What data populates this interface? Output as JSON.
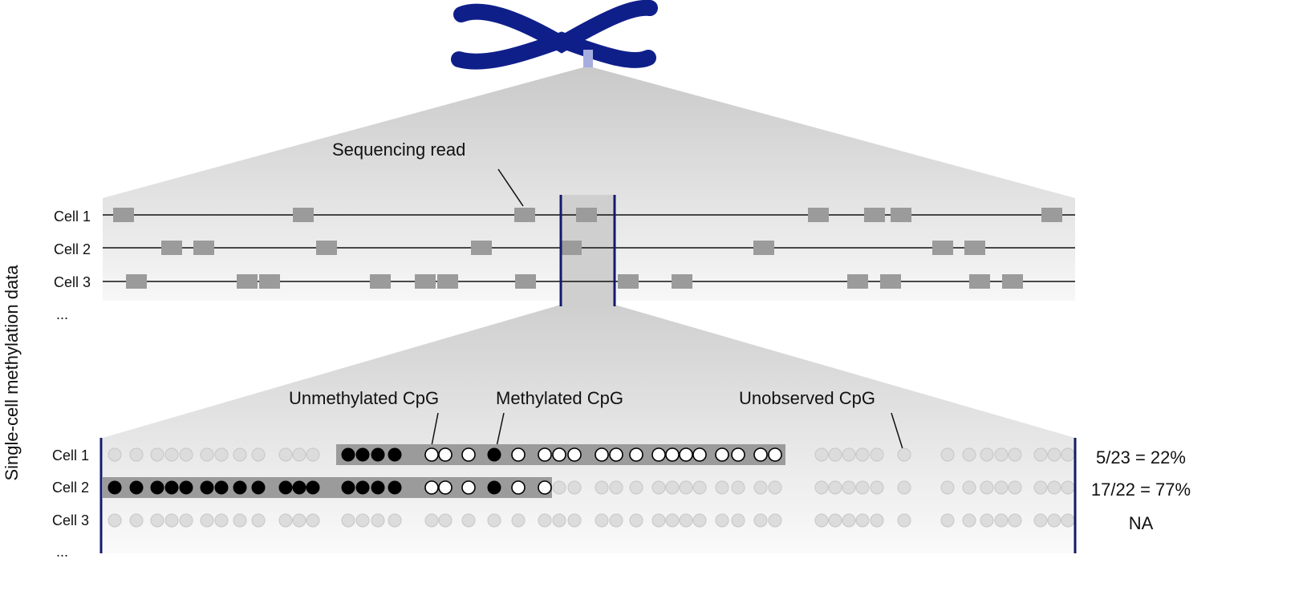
{
  "y_axis_title": "Single-cell methylation data",
  "callouts": {
    "sequencing_read": "Sequencing read",
    "unmethylated": "Unmethylated CpG",
    "methylated": "Methylated CpG",
    "unobserved": "Unobserved CpG"
  },
  "panel_top": {
    "rows": [
      {
        "label": "Cell 1",
        "reads": [
          154,
          378,
          654,
          731,
          1020,
          1090,
          1123,
          1311
        ]
      },
      {
        "label": "Cell 2",
        "reads": [
          214,
          254,
          407,
          600,
          712,
          952,
          1175,
          1215
        ]
      },
      {
        "label": "Cell 3",
        "reads": [
          170,
          308,
          336,
          474,
          530,
          558,
          655,
          783,
          850,
          1069,
          1110,
          1221,
          1262
        ]
      }
    ],
    "ellipsis": "..."
  },
  "panel_bottom": {
    "rows": [
      {
        "label": "Cell 1",
        "read_span": [
          419,
          979
        ],
        "result": "5/23 = 22%",
        "methylated": [
          434,
          452,
          471,
          492,
          616
        ],
        "observed": [
          434,
          452,
          471,
          492,
          538,
          555,
          584,
          616,
          646,
          679,
          697,
          716,
          750,
          768,
          793,
          821,
          838,
          855,
          872,
          900,
          920,
          948,
          966
        ]
      },
      {
        "label": "Cell 2",
        "read_span": [
          128,
          688
        ],
        "result": "17/22 = 77%",
        "methylated": [
          143,
          170,
          196,
          214,
          232,
          258,
          276,
          299,
          322,
          356,
          373,
          390,
          434,
          452,
          471,
          492,
          616
        ],
        "observed": [
          143,
          170,
          196,
          214,
          232,
          258,
          276,
          299,
          322,
          356,
          373,
          390,
          434,
          452,
          471,
          492,
          538,
          555,
          584,
          616,
          646,
          679
        ]
      },
      {
        "label": "Cell 3",
        "read_span": null,
        "result": "NA",
        "methylated": [],
        "observed": []
      }
    ],
    "cpg_positions": [
      143,
      170,
      196,
      214,
      232,
      258,
      276,
      299,
      322,
      356,
      373,
      390,
      434,
      452,
      471,
      492,
      538,
      555,
      584,
      616,
      646,
      679,
      697,
      716,
      750,
      768,
      793,
      821,
      838,
      855,
      872,
      900,
      920,
      948,
      966,
      1024,
      1041,
      1058,
      1075,
      1093,
      1127,
      1181,
      1208,
      1230,
      1248,
      1265,
      1297,
      1314,
      1331
    ],
    "ellipsis": "..."
  },
  "colors": {
    "chromosome": "#0f1f8a",
    "frame": "#141a6b",
    "read": "#9b9b9b",
    "methylated": "#000000",
    "unobserved": "#dcdcdc"
  }
}
